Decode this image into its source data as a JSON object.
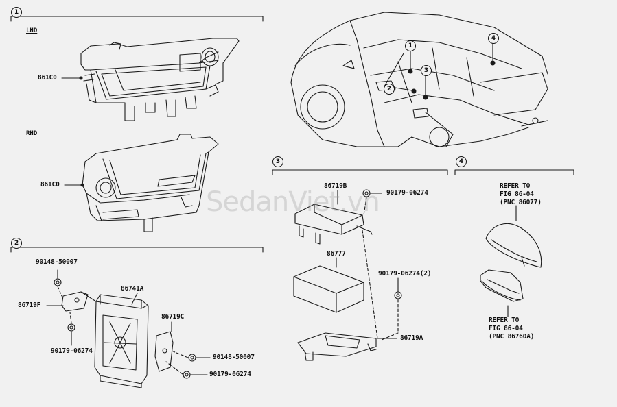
{
  "groups": {
    "g1": {
      "number": "1",
      "lhd": "LHD",
      "rhd": "RHD",
      "part_lhd": "861C0",
      "part_rhd": "861C0"
    },
    "g2": {
      "number": "2",
      "bolt_top": "90148-50007",
      "bracket_left": "86719F",
      "nut_left": "90179-06274",
      "amp": "86741A",
      "bracket_right": "86719C",
      "bolt_right": "90148-50007",
      "nut_right": "90179-06274"
    },
    "g3": {
      "number": "3",
      "bracket_top": "86719B",
      "nut_top": "90179-06274",
      "unit": "86777",
      "nut_mid": "90179-06274(2)",
      "bracket_bottom": "86719A"
    },
    "g4": {
      "number": "4",
      "ref1": [
        "REFER TO",
        "FIG 86-04",
        "(PNC 86077)"
      ],
      "ref2": [
        "REFER TO",
        "FIG 86-04",
        "(PNC 86760A)"
      ]
    }
  },
  "car_markers": [
    "1",
    "2",
    "3",
    "4"
  ],
  "watermark": "SedanViet.vn"
}
